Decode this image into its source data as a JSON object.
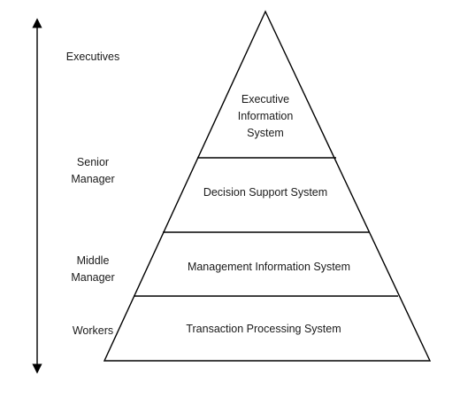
{
  "levels": [
    {
      "role": "Executives",
      "system": "Executive\nInformation\nSystem"
    },
    {
      "role": "Senior\nManager",
      "system": "Decision Support System"
    },
    {
      "role": "Middle\nManager",
      "system": "Management Information System"
    },
    {
      "role": "Workers",
      "system": "Transaction Processing System"
    }
  ],
  "colors": {
    "line": "#000000",
    "text": "#1a1a1a",
    "background": "#ffffff"
  }
}
